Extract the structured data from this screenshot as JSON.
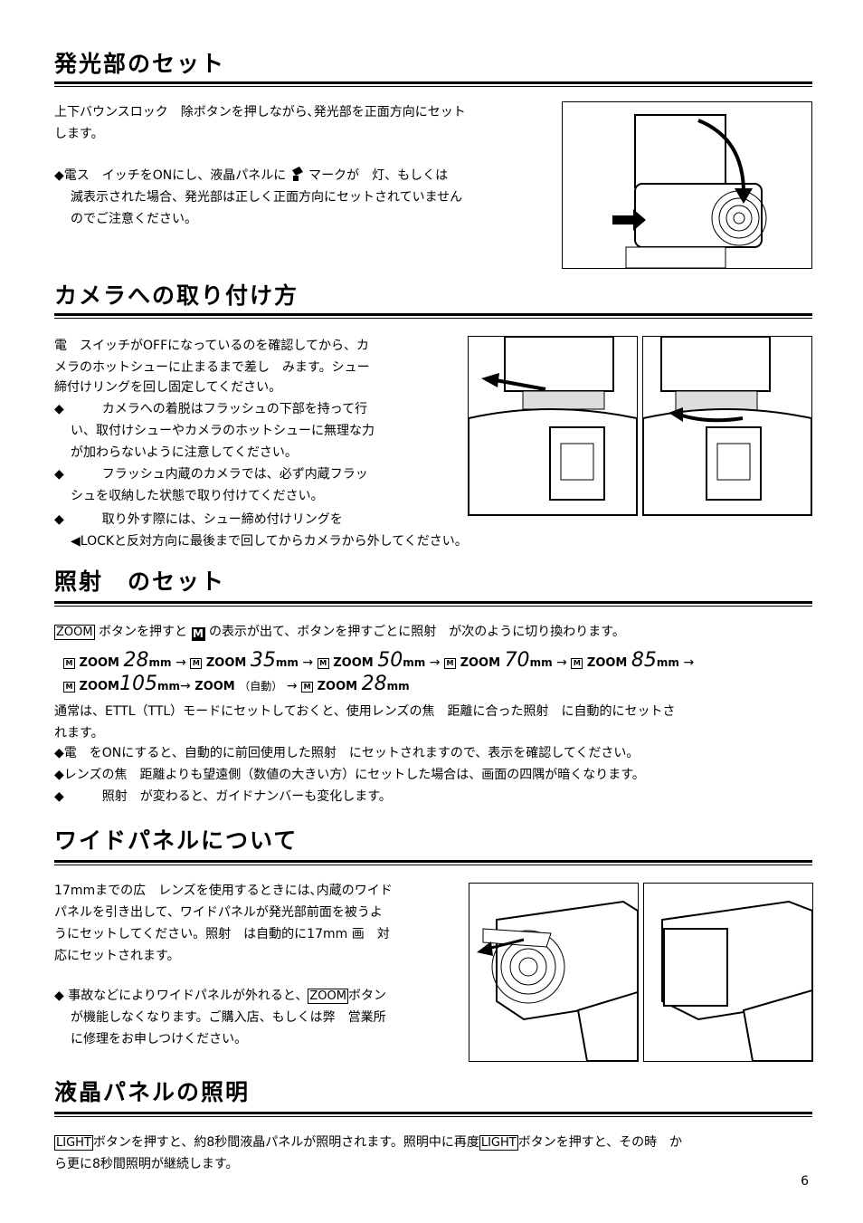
{
  "sections": {
    "s1": {
      "title": "発光部のセット",
      "line1": "上下バウンスロック　除ボタンを押しながら､発光部を正面方向にセット",
      "line2": "します。",
      "line3": "◆電ス　イッチをONにし、液晶パネルに",
      "line3b": "マークが　灯、もしくは",
      "line4": "滅表示された場合、発光部は正しく正面方向にセットされていません",
      "line5": "のでご注意ください。"
    },
    "s2": {
      "title": "カメラへの取り付け方",
      "lines": [
        "電　スイッチがOFFになっているのを確認してから、カ",
        "メラのホットシューに止まるまで差し　みます。シュー",
        "締付けリングを回し固定してください。",
        "◆　　　カメラへの着脱はフラッシュの下部を持って行",
        "い、取付けシューやカメラのホットシューに無理な力",
        "が加わらないように注意してください。",
        "◆　　　フラッシュ内蔵のカメラでは、必ず内蔵フラッ",
        "シュを収納した状態で取り付けてください。",
        "◆　　　取り外す際には、シュー締め付けリングを",
        "◀LOCKと反対方向に最後まで回してからカメラから外してください。"
      ]
    },
    "s3": {
      "title": "照射　のセット",
      "zoom_key": "ZOOM",
      "m_icon": "M",
      "intro_rest": "の表示が出て、ボタンを押すごとに照射　が次のように切り換わります。",
      "zoom_word": "ZOOM",
      "mm": "mm",
      "arrow": "→",
      "auto_label": "（自動）",
      "focal": [
        "28",
        "35",
        "50",
        "70",
        "85",
        "105",
        "28"
      ],
      "lines": [
        "通常は、ETTL（TTL）モードにセットしておくと、使用レンズの焦　距離に合った照射　に自動的にセットさ",
        "れます。",
        "◆電　をONにすると、自動的に前回使用した照射　にセットされますので、表示を確認してください。",
        "◆レンズの焦　距離よりも望遠側（数値の大きい方）にセットした場合は、画面の四隅が暗くなります。",
        "◆　　　照射　が変わると、ガイドナンバーも変化します。"
      ]
    },
    "s4": {
      "title": "ワイドパネルについて",
      "lines": [
        "17mmまでの広　レンズを使用するときには､内蔵のワイド",
        "パネルを引き出して、ワイドパネルが発光部前面を被うよ",
        "うにセットしてください。照射　は自動的に17mm 画　対",
        "応にセットされます。"
      ],
      "note1_pre": "◆ 事故などによりワイドパネルが外れると、",
      "note1_key": "ZOOM",
      "note1_post": "ボタン",
      "note2": "が機能しなくなります。ご購入店、もしくは弊　営業所",
      "note3": "に修理をお申しつけください。"
    },
    "s5": {
      "title": "液晶パネルの照明",
      "key": "LIGHT",
      "line1_a": "ボタンを押すと、約8秒間液晶パネルが照明されます。照明中に再度",
      "line1_b": "ボタンを押すと、その時　か",
      "line2": "ら更に8秒間照明が継続します。"
    }
  },
  "page_number": "6"
}
